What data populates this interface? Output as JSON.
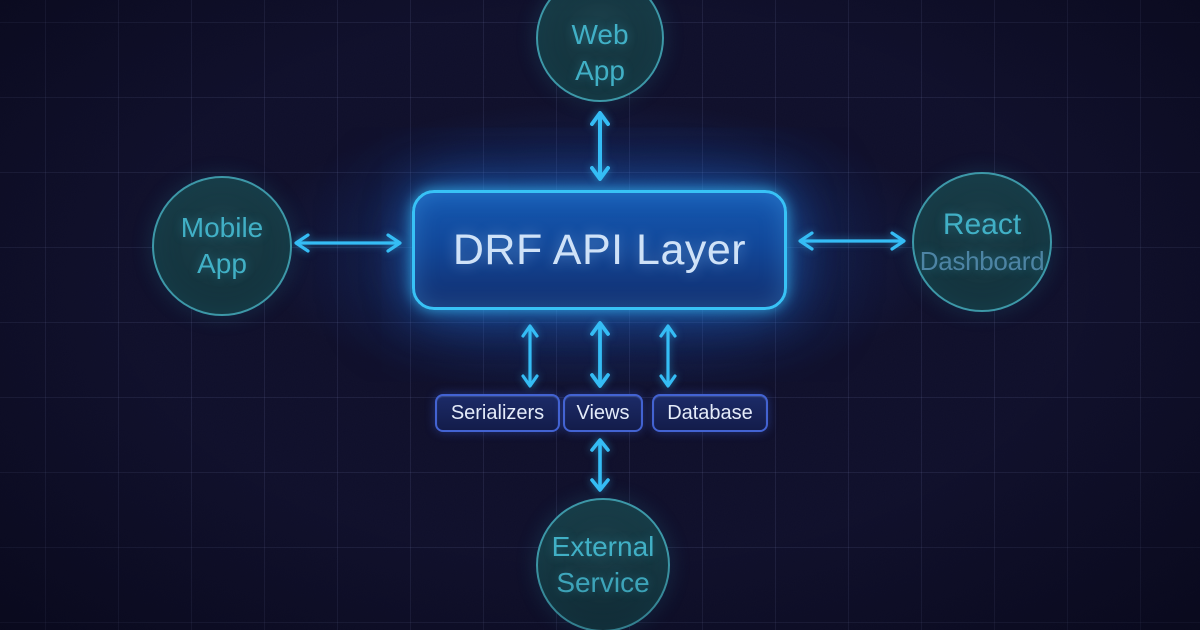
{
  "diagram": {
    "nodes": {
      "web_app": {
        "line1": "Web",
        "line2": "App"
      },
      "mobile_app": {
        "line1": "Mobile",
        "line2": "App"
      },
      "react_dashboard": {
        "line1": "React",
        "line2": "Dashboard"
      },
      "external_service": {
        "line1": "External",
        "line2": "Service"
      },
      "drf_api_layer": {
        "label": "DRF API Layer"
      },
      "components": [
        {
          "label": "Serializers"
        },
        {
          "label": "Views"
        },
        {
          "label": "Database"
        }
      ]
    },
    "connections": [
      {
        "from": "web_app",
        "to": "drf_api_layer",
        "direction": "bidirectional"
      },
      {
        "from": "mobile_app",
        "to": "drf_api_layer",
        "direction": "bidirectional"
      },
      {
        "from": "react_dashboard",
        "to": "drf_api_layer",
        "direction": "bidirectional"
      },
      {
        "from": "drf_api_layer",
        "to": "serializers",
        "direction": "bidirectional"
      },
      {
        "from": "drf_api_layer",
        "to": "views",
        "direction": "bidirectional"
      },
      {
        "from": "drf_api_layer",
        "to": "database",
        "direction": "bidirectional"
      },
      {
        "from": "views",
        "to": "external_service",
        "direction": "bidirectional"
      }
    ],
    "colors": {
      "bg": "#10102b",
      "grid_line": "#2e2e5c",
      "arrow": "#35bdf5",
      "circle_fill": "#14333d",
      "circle_border": "#3d98a8",
      "circle_text": "#41b0c6",
      "dashboard_text": "#4d84a4",
      "box_border": "#38c2f6",
      "box_fill_top": "#1559b2",
      "box_fill_bottom": "#122e6e",
      "box_text": "#cfe2f8",
      "subbox_fill": "#131c4a",
      "subbox_border": "#4363d2",
      "subbox_text": "#e4ebf9"
    }
  }
}
